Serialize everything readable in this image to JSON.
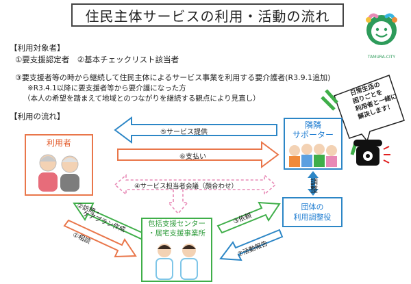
{
  "header": {
    "title": "住民主体サービスの利用・活動の流れ",
    "logo_text": "TAMURA-CITY"
  },
  "eligibility": {
    "heading": "【利用対象者】",
    "line1": "①要支援認定者　②基本チェックリスト該当者",
    "line3": "③要支援者等の時から継続して住民主体によるサービス事業を利用する要介護者(R3.9.1追加)",
    "note1": "※R3.4.1以降に要支援者等から要介護になった方",
    "note2": "（本人の希望を踏まえて地域とのつながりを継続する観点により見直し）"
  },
  "flow": {
    "heading": "【利用の流れ】",
    "user_box": "利用者",
    "supporter_line1": "隣隣",
    "supporter_line2": "サポーター",
    "group_line1": "団体の",
    "group_line2": "利用調整役",
    "center_line1": "包括支援センター",
    "center_line2": "・居宅支援事業所",
    "coordination": "調整",
    "callout_line1": "日常生活の",
    "callout_line2": "困りごとを",
    "callout_line3": "利用者と一緒に",
    "callout_line4": "解決します！",
    "arrows": {
      "a1": "①相談",
      "a2_line1": "②訪問・",
      "a2_line2": "ケアプラン作成",
      "a3": "③依頼",
      "a4": "④サービス担当者会議（顔合わせ）",
      "a5": "⑤サービス提供",
      "a6": "⑥支払い",
      "a7": "⑦活動報告"
    }
  },
  "colors": {
    "blue": "#2c86c6",
    "orange": "#e9764a",
    "green": "#3fae49",
    "pink": "#e889b6"
  }
}
